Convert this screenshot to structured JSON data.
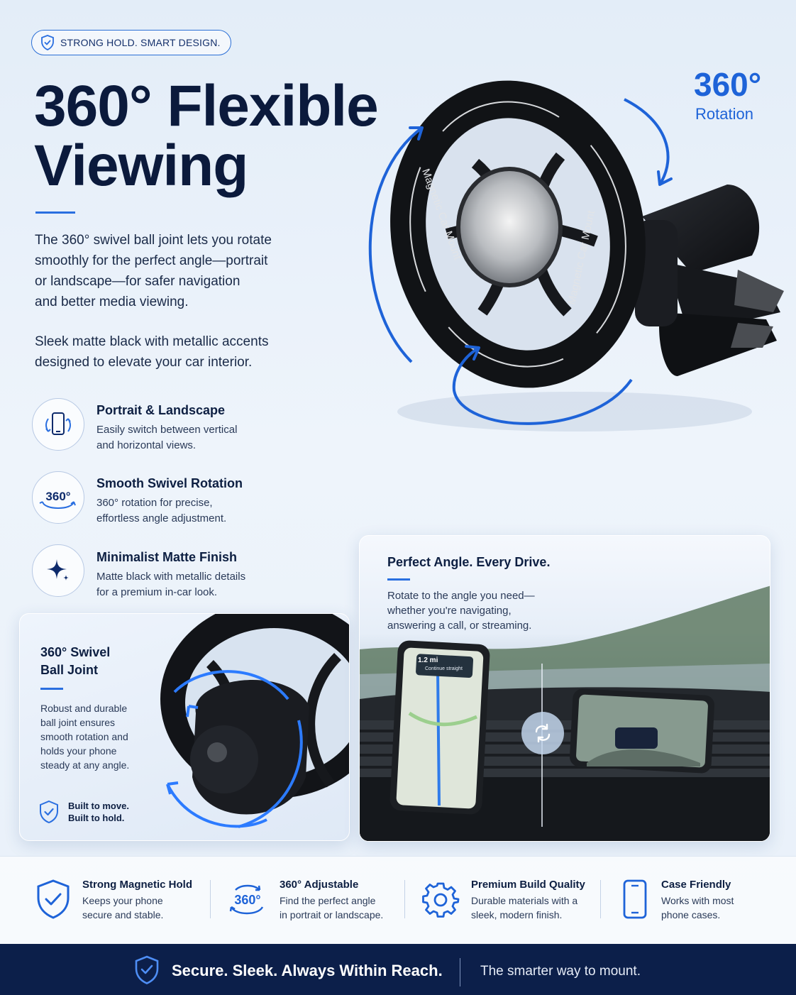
{
  "badge": {
    "text": "STRONG HOLD. SMART DESIGN.",
    "icon": "shield-check-icon"
  },
  "hero": {
    "title_line1": "360° Flexible",
    "title_line2": "Viewing",
    "para1_line1": "The 360° swivel ball joint lets you rotate",
    "para1_line2": "smoothly for the perfect angle—portrait",
    "para1_line3": "or landscape—for safer navigation",
    "para1_line4": "and better media viewing.",
    "para2_line1": "Sleek matte black with metallic accents",
    "para2_line2": "designed to elevate your car interior."
  },
  "rotation": {
    "number": "360°",
    "label": "Rotation"
  },
  "product": {
    "ring_text_left": "Magnetic Car Mount",
    "ring_text_right": "Magnetic Car Mount"
  },
  "features": [
    {
      "title": "Portrait & Landscape",
      "desc_line1": "Easily switch between vertical",
      "desc_line2": "and horizontal views.",
      "icon": "phone-rotate-icon"
    },
    {
      "title": "Smooth Swivel Rotation",
      "desc_line1": "360° rotation for precise,",
      "desc_line2": "effortless angle adjustment.",
      "icon": "360-rotate-icon",
      "icon_text": "360°"
    },
    {
      "title": "Minimalist Matte Finish",
      "desc_line1": "Matte black with metallic details",
      "desc_line2": "for a premium in-car look.",
      "icon": "sparkle-icon"
    }
  ],
  "ball_card": {
    "title_line1": "360° Swivel",
    "title_line2": "Ball Joint",
    "desc": [
      "Robust and durable",
      "ball joint ensures",
      "smooth rotation and",
      "holds your phone",
      "steady at any angle."
    ],
    "tag_line1": "Built to move.",
    "tag_line2": "Built to hold.",
    "tag_icon": "shield-check-icon"
  },
  "angle_card": {
    "title": "Perfect Angle. Every Drive.",
    "desc_line1": "Rotate to the angle you need—",
    "desc_line2": "whether you're navigating,",
    "desc_line3": "answering a call, or streaming.",
    "nav_distance": "1.2 mi",
    "nav_instruction": "Continue straight",
    "swap_icon": "rotate-arrows-icon"
  },
  "benefits": [
    {
      "title": "Strong Magnetic Hold",
      "desc_line1": "Keeps your phone",
      "desc_line2": "secure and stable.",
      "icon": "shield-check-icon"
    },
    {
      "title": "360° Adjustable",
      "desc_line1": "Find the perfect angle",
      "desc_line2": "in portrait or landscape.",
      "icon": "360-rotate-icon",
      "icon_text": "360°"
    },
    {
      "title": "Premium Build Quality",
      "desc_line1": "Durable materials with a",
      "desc_line2": "sleek, modern finish.",
      "icon": "gear-icon"
    },
    {
      "title": "Case Friendly",
      "desc_line1": "Works with most",
      "desc_line2": "phone cases.",
      "icon": "phone-icon"
    }
  ],
  "footer": {
    "tagline": "Secure. Sleek. Always Within Reach.",
    "sub": "The smarter way to mount.",
    "icon": "shield-check-icon"
  },
  "colors": {
    "accent": "#2a6fe0",
    "navy": "#0c1f4a",
    "text": "#0c1d3d"
  }
}
